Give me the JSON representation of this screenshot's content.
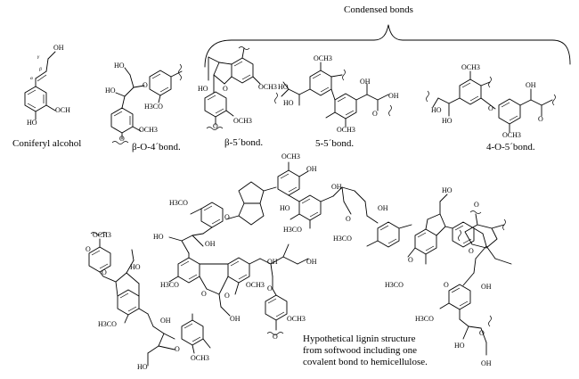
{
  "header": {
    "condensed_label": "Condensed bonds"
  },
  "monomer": {
    "caption": "Coniferyl alcohol",
    "oh_top": "OH",
    "ho_bottom": "HO",
    "och3": "OCH",
    "gamma": "γ",
    "beta": "β",
    "alpha": "α"
  },
  "linkages": {
    "b_o_4": "β-O-4´bond.",
    "b_5": "β-5´bond.",
    "five_five": "5-5´bond.",
    "four_o_five": "4-O-5´bond."
  },
  "groups": {
    "oh": "OH",
    "ho": "HO",
    "och3": "OCH3",
    "h3co": "H3CO",
    "o": "O"
  },
  "structure": {
    "caption_line1": "Hypothetical lignin structure",
    "caption_line2": "from softwood including one",
    "caption_line3": "covalent bond to hemicellulose."
  }
}
